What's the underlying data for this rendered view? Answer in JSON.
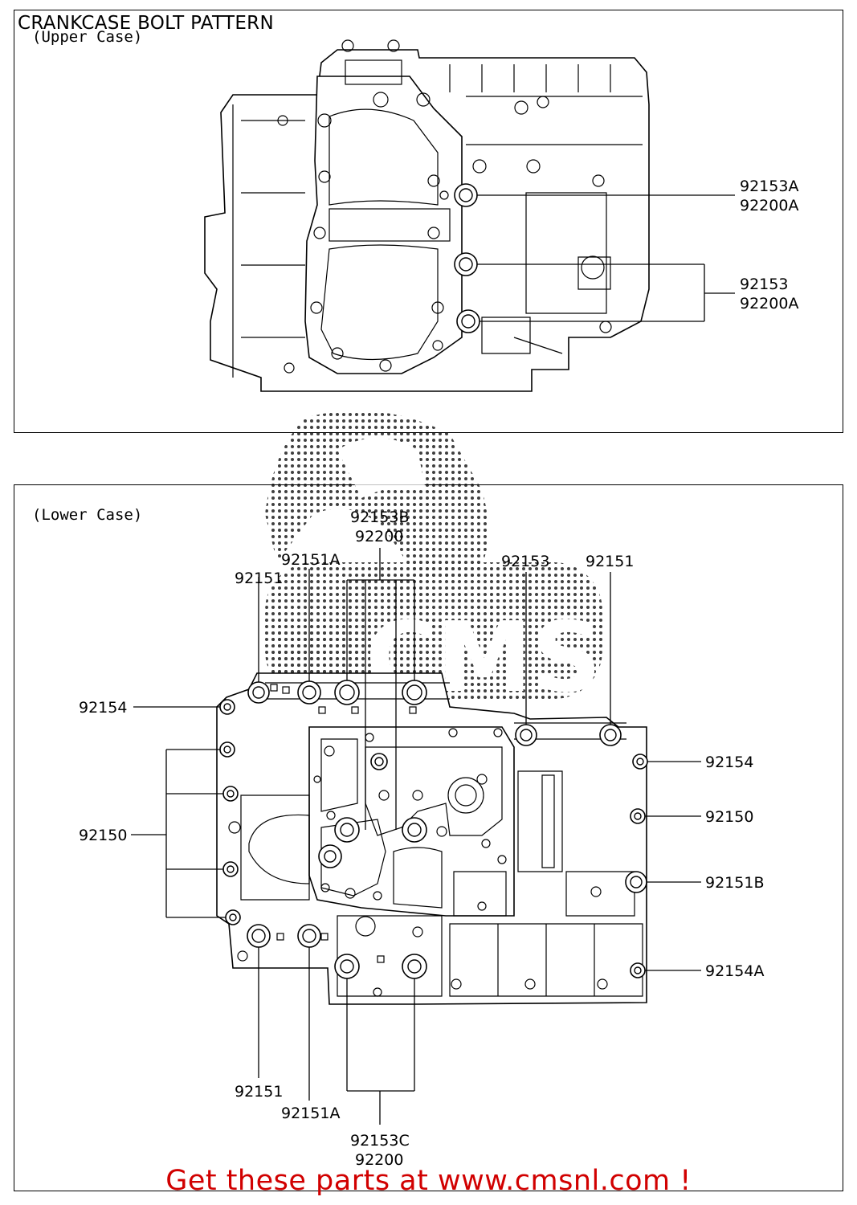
{
  "title": "CRANKCASE BOLT PATTERN",
  "upper": {
    "label": "(Upper Case)",
    "callouts": {
      "c1": [
        "92153A",
        "92200A"
      ],
      "c2": [
        "92153",
        "92200A"
      ]
    }
  },
  "lower": {
    "label": "(Lower Case)",
    "callouts": {
      "top_92153b": [
        "92153B",
        "92200"
      ],
      "top_92151_left": "92151",
      "top_92151a": "92151A",
      "top_92153": "92153",
      "top_92151_right": "92151",
      "left_92154": "92154",
      "left_92150": "92150",
      "right_92154": "92154",
      "right_92150": "92150",
      "right_92151b": "92151B",
      "right_92154a": "92154A",
      "bottom_92151": "92151",
      "bottom_92151a": "92151A",
      "bottom_92153c": [
        "92153C",
        "92200"
      ]
    }
  },
  "footer": {
    "cta": "Get these parts at www.cmsnl.com !",
    "cta_color": "#d10000"
  },
  "watermark": {
    "text": "CMS"
  }
}
